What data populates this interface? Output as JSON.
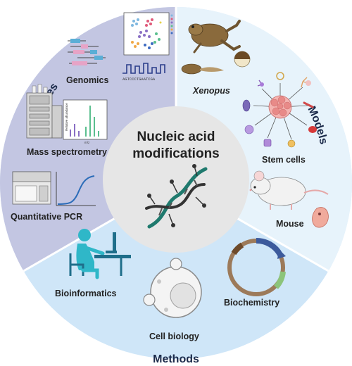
{
  "center": {
    "line1": "Nucleic acid",
    "line2": "modifications"
  },
  "sections": {
    "analyses": "Analyses",
    "models": "Models",
    "methods": "Methods"
  },
  "analyses_items": {
    "genomics": "Genomics",
    "sequence": "AGTCCCTGAATCGA",
    "mass_spec": "Mass spectrometry",
    "qpcr": "Quantitative PCR",
    "ms_xlabel": "m/z",
    "ms_ylabel": "Relative abundance"
  },
  "models_items": {
    "xenopus": "Xenopus",
    "stem_cells": "Stem cells",
    "mouse": "Mouse"
  },
  "methods_items": {
    "bioinformatics": "Bioinformatics",
    "cell_biology": "Cell biology",
    "biochemistry": "Biochemistry"
  },
  "colors": {
    "analyses_bg": "#c3c6e2",
    "models_bg": "#e7f3fb",
    "methods_bg": "#cfe6f8",
    "center_bg": "#e6e6e6",
    "divider": "#ffffff"
  }
}
